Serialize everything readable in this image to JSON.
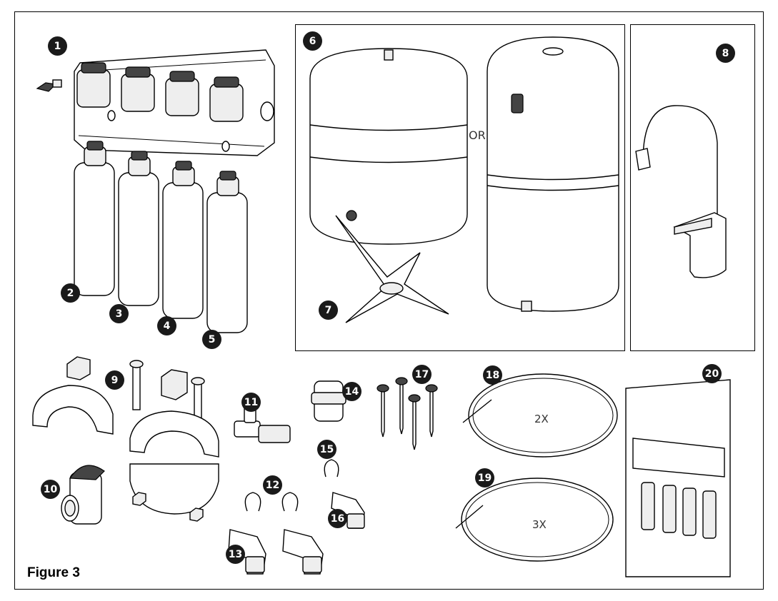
{
  "figure": {
    "caption": "Figure 3"
  },
  "parts": [
    {
      "number": "1"
    },
    {
      "number": "2"
    },
    {
      "number": "3"
    },
    {
      "number": "4"
    },
    {
      "number": "5"
    },
    {
      "number": "6"
    },
    {
      "number": "7"
    },
    {
      "number": "8"
    },
    {
      "number": "9"
    },
    {
      "number": "10"
    },
    {
      "number": "11"
    },
    {
      "number": "12"
    },
    {
      "number": "13"
    },
    {
      "number": "14"
    },
    {
      "number": "15"
    },
    {
      "number": "16"
    },
    {
      "number": "17"
    },
    {
      "number": "18"
    },
    {
      "number": "19"
    },
    {
      "number": "20"
    }
  ],
  "labels": {
    "or": "OR",
    "tubing_18_qty": "2X",
    "tubing_19_qty": "3X"
  }
}
